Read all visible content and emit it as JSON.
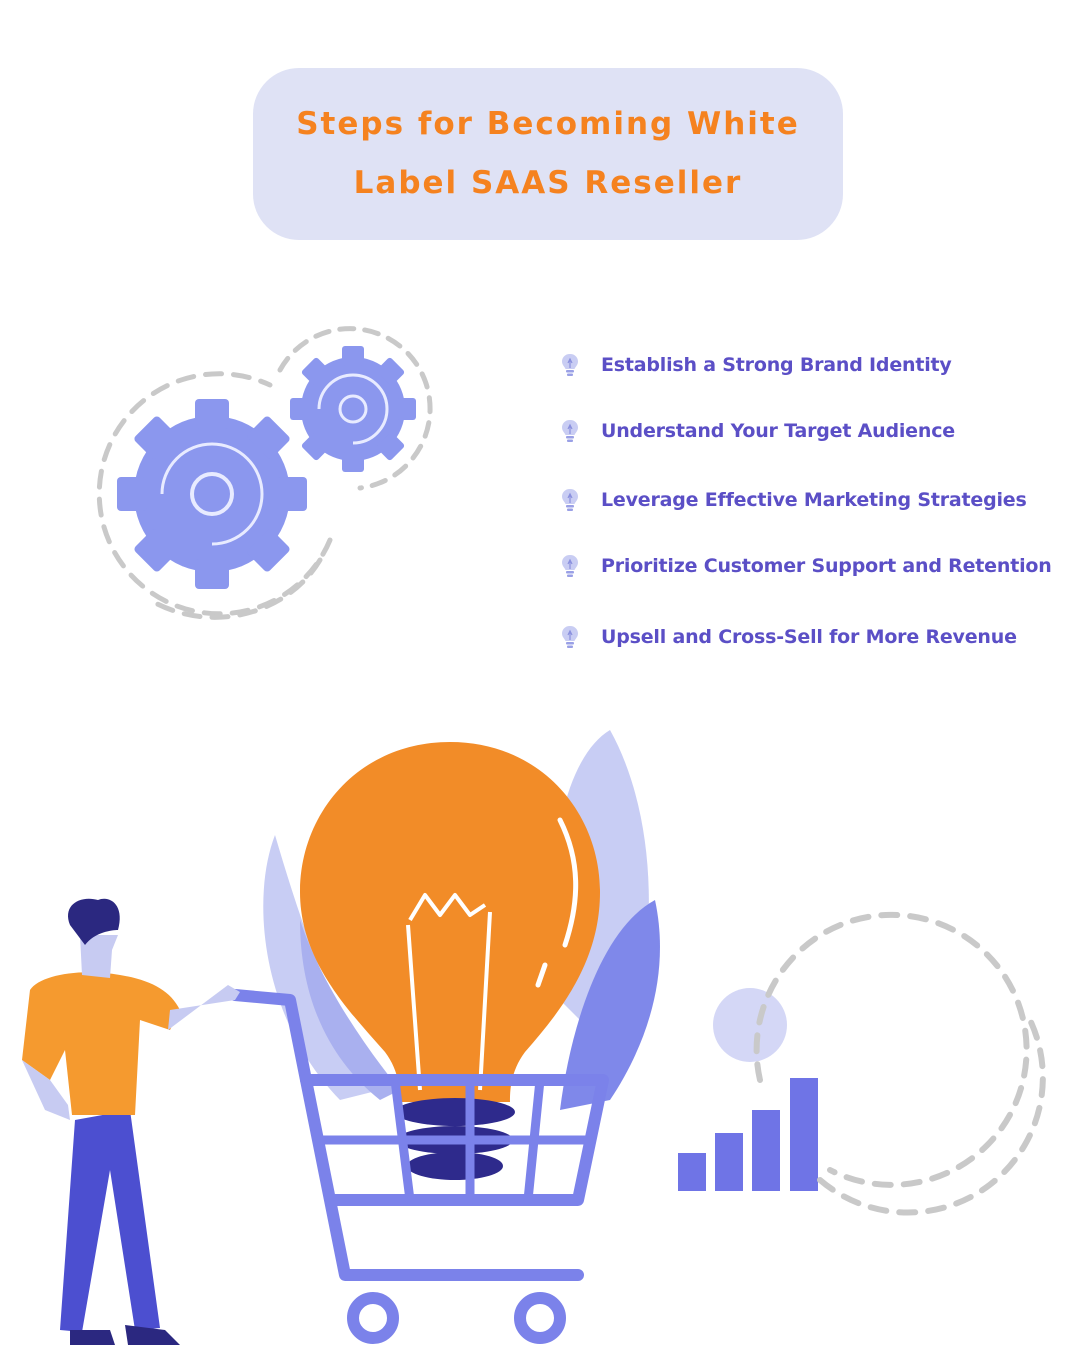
{
  "title": {
    "line1": "Steps for Becoming White",
    "line2": "Label SAAS Reseller"
  },
  "steps": [
    {
      "label": "Establish a Strong Brand Identity",
      "icon": "lightbulb-icon"
    },
    {
      "label": "Understand Your Target Audience",
      "icon": "lightbulb-icon"
    },
    {
      "label": "Leverage Effective Marketing Strategies",
      "icon": "lightbulb-icon"
    },
    {
      "label": "Prioritize Customer Support and Retention",
      "icon": "lightbulb-icon"
    },
    {
      "label": "Upsell and Cross-Sell for More Revenue",
      "icon": "lightbulb-icon"
    }
  ],
  "colors": {
    "title_text": "#f5821f",
    "title_background": "#dfe2f5",
    "step_text": "#5b4fc6",
    "gear": "#8b97ee",
    "bulb": "#f28c28",
    "cart": "#7b82ea",
    "person_shirt": "#f59a2f",
    "person_pants": "#4c4fd0",
    "bar_chart": "#6f74e6",
    "dashed_lines": "#c9c9c9"
  }
}
